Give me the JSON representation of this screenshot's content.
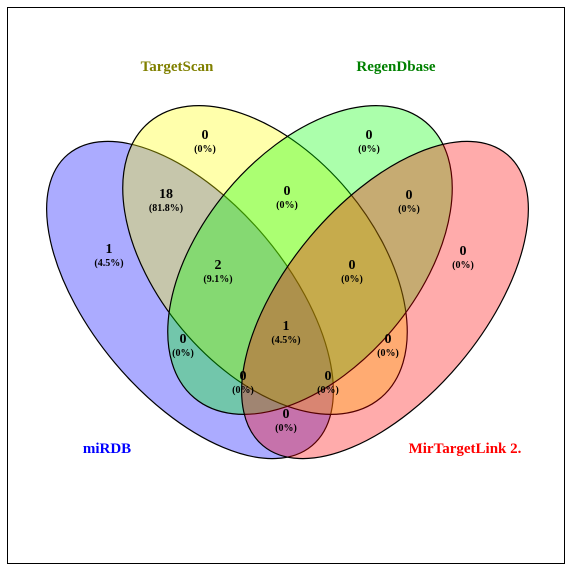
{
  "sets": [
    {
      "key": "mirdb",
      "label": "miRDB",
      "color": "#0000ff",
      "fill": "#0000ff"
    },
    {
      "key": "targetscan",
      "label": "TargetScan",
      "color": "#808000",
      "fill": "#ffff00"
    },
    {
      "key": "regendbase",
      "label": "RegenDbase",
      "color": "#008000",
      "fill": "#00ff00"
    },
    {
      "key": "mirtargetlink",
      "label": "MirTargetLink 2.",
      "color": "#ff0000",
      "fill": "#ff0000"
    }
  ],
  "regions": [
    {
      "name": "targetscan-only",
      "count": "0",
      "pct": "(0%)"
    },
    {
      "name": "regendbase-only",
      "count": "0",
      "pct": "(0%)"
    },
    {
      "name": "mirdb-targetscan",
      "count": "18",
      "pct": "(81.8%)"
    },
    {
      "name": "targetscan-regendbase",
      "count": "0",
      "pct": "(0%)"
    },
    {
      "name": "regendbase-mirtargetlink",
      "count": "0",
      "pct": "(0%)"
    },
    {
      "name": "mirdb-only",
      "count": "1",
      "pct": "(4.5%)"
    },
    {
      "name": "mirtargetlink-only",
      "count": "0",
      "pct": "(0%)"
    },
    {
      "name": "mirdb-targetscan-regendbase",
      "count": "2",
      "pct": "(9.1%)"
    },
    {
      "name": "targetscan-regendbase-mirtargetlink",
      "count": "0",
      "pct": "(0%)"
    },
    {
      "name": "all-four",
      "count": "1",
      "pct": "(4.5%)"
    },
    {
      "name": "mirdb-regendbase",
      "count": "0",
      "pct": "(0%)"
    },
    {
      "name": "targetscan-mirtargetlink",
      "count": "0",
      "pct": "(0%)"
    },
    {
      "name": "mirdb-regendbase-mirtargetlink",
      "count": "0",
      "pct": "(0%)"
    },
    {
      "name": "mirdb-targetscan-mirtargetlink",
      "count": "0",
      "pct": "(0%)"
    },
    {
      "name": "mirdb-mirtargetlink",
      "count": "0",
      "pct": "(0%)"
    }
  ]
}
